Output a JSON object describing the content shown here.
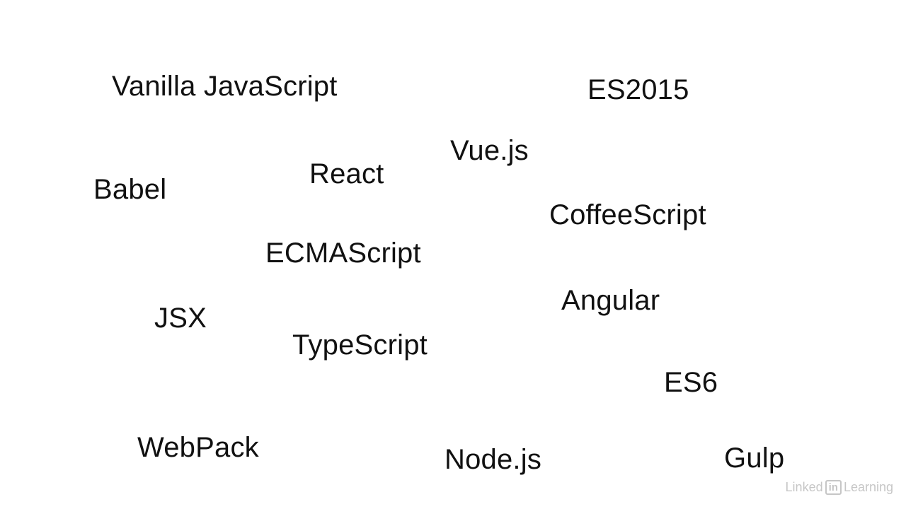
{
  "terms": {
    "vanilla": "Vanilla JavaScript",
    "es2015": "ES2015",
    "vue": "Vue.js",
    "react": "React",
    "babel": "Babel",
    "coffeescript": "CoffeeScript",
    "ecmascript": "ECMAScript",
    "angular": "Angular",
    "jsx": "JSX",
    "typescript": "TypeScript",
    "es6": "ES6",
    "webpack": "WebPack",
    "node": "Node.js",
    "gulp": "Gulp"
  },
  "watermark": {
    "prefix": "Linked",
    "badge": "in",
    "suffix": "Learning"
  }
}
